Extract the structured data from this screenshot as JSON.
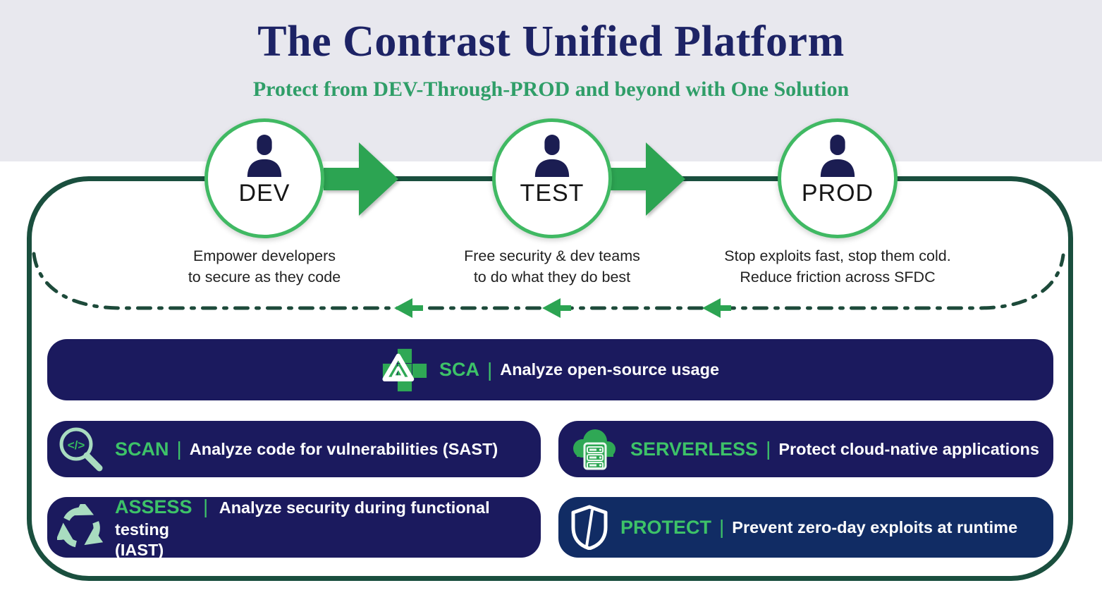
{
  "header": {
    "title": "The Contrast Unified Platform",
    "subtitle": "Protect from DEV-Through-PROD and beyond with One Solution"
  },
  "sep": "|",
  "stages": [
    {
      "label": "DEV",
      "desc_line1": "Empower developers",
      "desc_line2": "to secure as they code"
    },
    {
      "label": "TEST",
      "desc_line1": "Free security & dev teams",
      "desc_line2": "to do what they do best"
    },
    {
      "label": "PROD",
      "desc_line1": "Stop exploits fast, stop them cold.",
      "desc_line2": "Reduce friction across SFDC"
    }
  ],
  "products": {
    "sca": {
      "name": "SCA",
      "desc": "Analyze open-source usage"
    },
    "scan": {
      "name": "SCAN",
      "desc": "Analyze code for vulnerabilities (SAST)"
    },
    "serverless": {
      "name": "SERVERLESS",
      "desc": "Protect cloud-native applications"
    },
    "assess": {
      "name": "ASSESS",
      "desc": "Analyze security during functional testing",
      "desc2": "(IAST)"
    },
    "protect": {
      "name": "PROTECT",
      "desc": "Prevent zero-day exploits at runtime"
    }
  },
  "icons": {
    "scan_glyph": "</>"
  },
  "colors": {
    "title_navy": "#1d2365",
    "subtitle_green": "#2f9e68",
    "frame_green": "#1a4f3e",
    "arrow_green": "#2ca452",
    "circle_border_green": "#40b963",
    "pill_indigo": "#1b1a5e",
    "protect_navy": "#112c64",
    "accent_green": "#3dc268",
    "pale_green": "#a9dcc0",
    "person_navy": "#1b1d52",
    "band_gray": "#e8e8ee"
  }
}
